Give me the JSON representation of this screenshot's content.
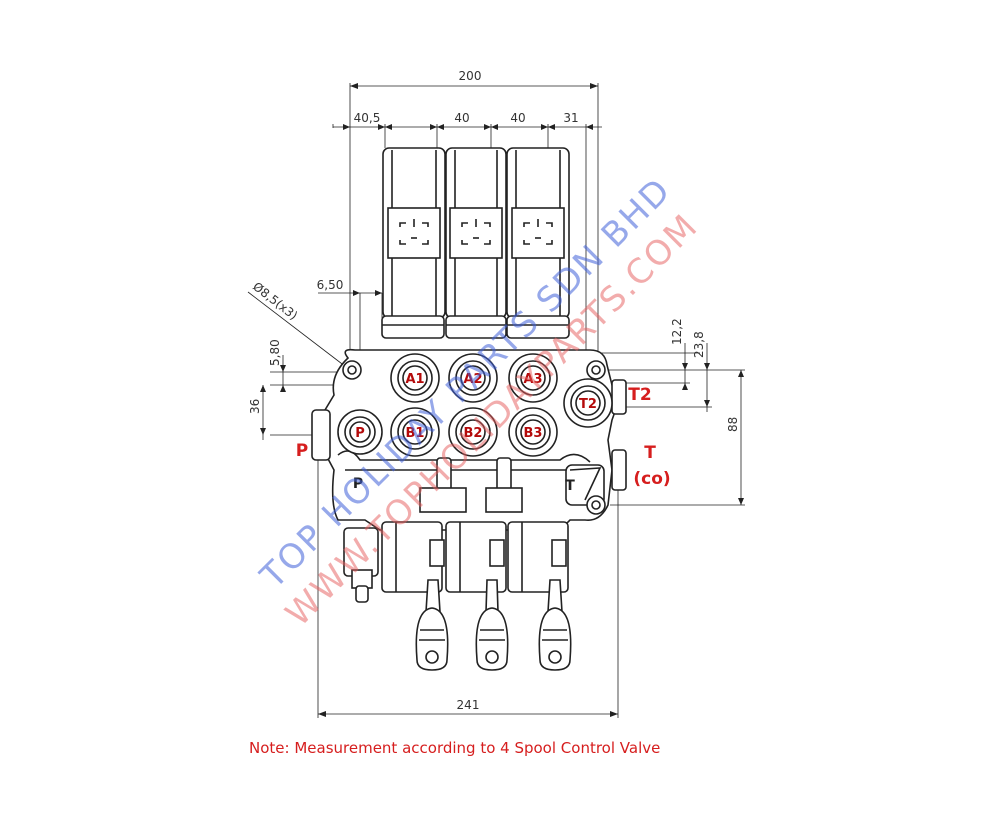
{
  "dimensions": {
    "overall_width_top": "200",
    "seg1": "40,5",
    "seg2": "40",
    "seg3": "40",
    "seg4": "31",
    "offset_left": "6,50",
    "hole_dia": "Ø8,5(x3)",
    "vertical_left_1": "5,80",
    "vertical_left_2": "36",
    "right_1": "12,2",
    "right_2": "23,8",
    "right_height": "88",
    "overall_width_bottom": "241"
  },
  "ports": {
    "top": [
      "A1",
      "A2",
      "A3"
    ],
    "bottom": [
      "B1",
      "B2",
      "B3"
    ],
    "inlet_port": "P",
    "t2_port": "T2"
  },
  "body_labels": {
    "p": "P",
    "t": "T"
  },
  "external_labels": {
    "p": "P",
    "t2": "T2",
    "t": "T",
    "co": "(co)"
  },
  "watermarks": {
    "company": "TOP HOLIDAY PARTS SDN BHD",
    "website": "WWW.TOPHOLIDAYPARTS.COM"
  },
  "note": "Note: Measurement according to 4 Spool Control Valve"
}
